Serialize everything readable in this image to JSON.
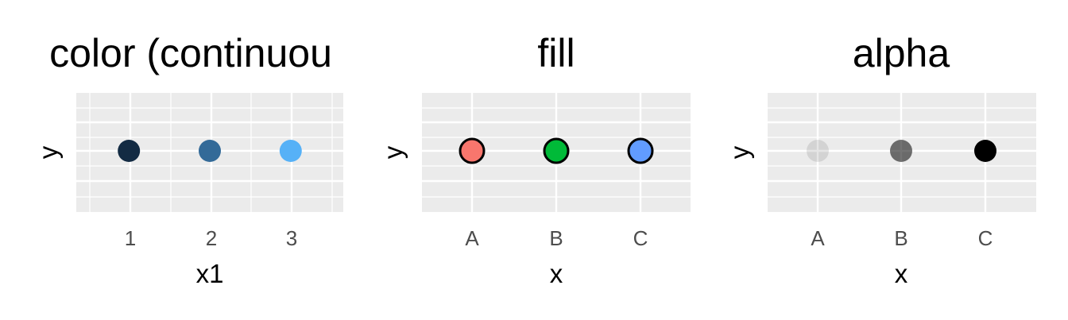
{
  "chart_data": [
    {
      "type": "scatter",
      "title": "color (continuou",
      "xlabel": "x1",
      "ylabel": "y",
      "xlim": [
        0.35,
        3.65
      ],
      "x_ticks": [
        "1",
        "2",
        "3"
      ],
      "points": [
        {
          "x": 1,
          "y": 0,
          "fill": "#132B43",
          "stroke": "#132B43",
          "opacity": 1
        },
        {
          "x": 2,
          "y": 0,
          "fill": "#336A98",
          "stroke": "#336A98",
          "opacity": 1
        },
        {
          "x": 3,
          "y": 0,
          "fill": "#56B1F7",
          "stroke": "#56B1F7",
          "opacity": 1
        }
      ]
    },
    {
      "type": "scatter",
      "title": "fill",
      "xlabel": "x",
      "ylabel": "y",
      "x_ticks": [
        "A",
        "B",
        "C"
      ],
      "points": [
        {
          "x": "A",
          "y": 0,
          "fill": "#F8766D",
          "stroke": "#000000",
          "opacity": 1
        },
        {
          "x": "B",
          "y": 0,
          "fill": "#00BA38",
          "stroke": "#000000",
          "opacity": 1
        },
        {
          "x": "C",
          "y": 0,
          "fill": "#619CFF",
          "stroke": "#000000",
          "opacity": 1
        }
      ]
    },
    {
      "type": "scatter",
      "title": "alpha",
      "xlabel": "x",
      "ylabel": "y",
      "x_ticks": [
        "A",
        "B",
        "C"
      ],
      "points": [
        {
          "x": "A",
          "y": 0,
          "fill": "#000000",
          "stroke": "#000000",
          "opacity": 0.1
        },
        {
          "x": "B",
          "y": 0,
          "fill": "#000000",
          "stroke": "#000000",
          "opacity": 0.55
        },
        {
          "x": "C",
          "y": 0,
          "fill": "#000000",
          "stroke": "#000000",
          "opacity": 1
        }
      ]
    }
  ],
  "colors": {
    "panel_background": "#EBEBEB",
    "grid_line": "#FFFFFF",
    "tick_label": "#4D4D4D"
  }
}
